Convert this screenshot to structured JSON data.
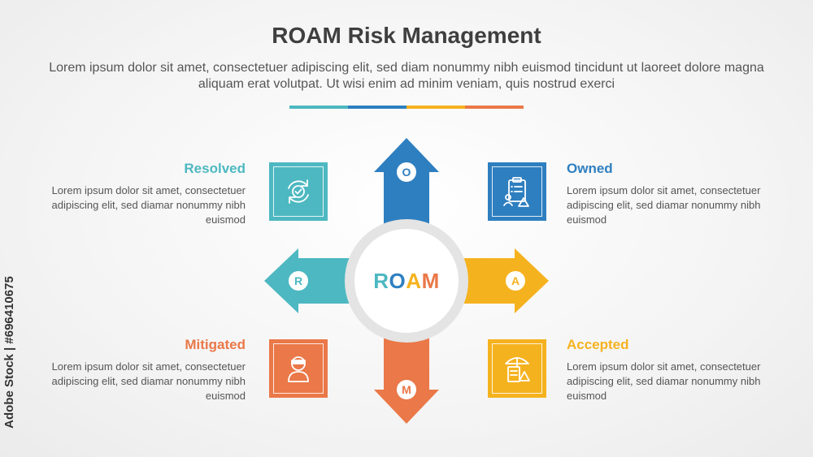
{
  "title": "ROAM Risk Management",
  "subtitle": "Lorem ipsum dolor sit amet, consectetuer adipiscing elit, sed diam nonummy nibh euismod tincidunt ut laoreet dolore magna aliquam erat volutpat. Ut wisi enim ad minim veniam, quis nostrud exerci",
  "colors": {
    "teal": "#4db8c1",
    "blue": "#2e7fc0",
    "yellow": "#f5b21f",
    "orange": "#ea7848"
  },
  "center": {
    "letters": [
      "R",
      "O",
      "A",
      "M"
    ]
  },
  "items": {
    "resolved": {
      "letter": "R",
      "title": "Resolved",
      "text": "Lorem ipsum dolor sit amet, consectetuer adipiscing elit, sed diamar nonummy nibh euismod",
      "icon": "refresh-check-icon"
    },
    "owned": {
      "letter": "O",
      "title": "Owned",
      "text": "Lorem ipsum dolor sit amet, consectetuer adipiscing elit, sed diamar nonummy nibh euismod",
      "icon": "clipboard-person-icon"
    },
    "mitigated": {
      "letter": "M",
      "title": "Mitigated",
      "text": "Lorem ipsum dolor sit amet, consectetuer adipiscing elit, sed diamar nonummy nibh euismod",
      "icon": "masked-person-icon"
    },
    "accepted": {
      "letter": "A",
      "title": "Accepted",
      "text": "Lorem ipsum dolor sit amet, consectetuer adipiscing elit, sed diamar nonummy nibh euismod",
      "icon": "umbrella-document-icon"
    }
  },
  "side_label": "Adobe Stock | #696410675"
}
